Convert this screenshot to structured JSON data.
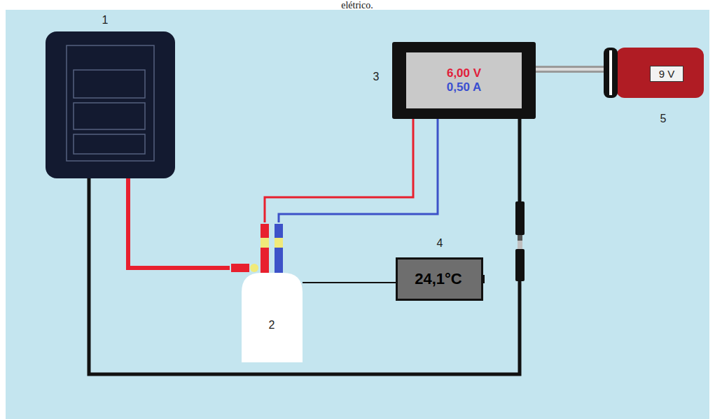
{
  "diagram": {
    "nodes": [
      {
        "text": [
          "1"
        ]
      },
      {
        "text": [
          "2"
        ]
      },
      {
        "text": [
          "3",
          "6,00 V",
          "0,50 A"
        ]
      },
      {
        "text": [
          "4",
          "24,1°C"
        ]
      },
      {
        "text": [
          "5",
          "9 V"
        ]
      }
    ],
    "edges": [
      {
        "from": 0,
        "to": 1,
        "arrow": "none"
      },
      {
        "from": 1,
        "to": 2,
        "arrow": "none"
      },
      {
        "from": 1,
        "to": 2,
        "arrow": "none"
      },
      {
        "from": 3,
        "to": 1,
        "arrow": "none"
      },
      {
        "from": 0,
        "to": 2,
        "arrow": "none"
      },
      {
        "from": 2,
        "to": 4,
        "arrow": "none"
      }
    ],
    "labels": [
      "elétrico."
    ]
  }
}
